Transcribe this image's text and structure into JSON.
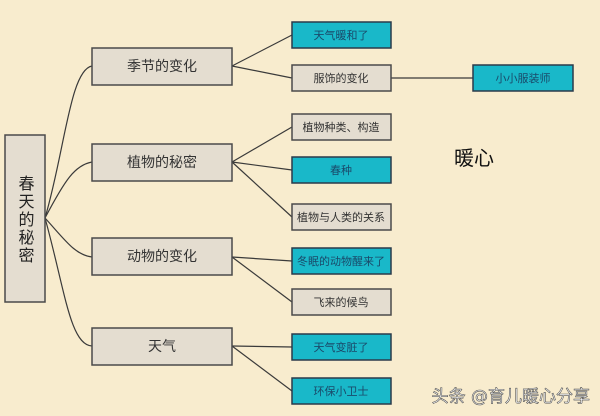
{
  "root": {
    "chars": [
      "春",
      "天",
      "的",
      "秘",
      "密"
    ],
    "label": "春天的秘密"
  },
  "branches": [
    {
      "label": "季节的变化",
      "children": [
        {
          "label": "天气暖和了",
          "style": "teal"
        },
        {
          "label": "服饰的变化",
          "style": "gray",
          "children": [
            {
              "label": "小小服装师",
              "style": "teal"
            }
          ]
        }
      ]
    },
    {
      "label": "植物的秘密",
      "children": [
        {
          "label": "植物种类、构造",
          "style": "gray"
        },
        {
          "label": "春种",
          "style": "teal"
        },
        {
          "label": "植物与人类的关系",
          "style": "gray"
        }
      ]
    },
    {
      "label": "动物的变化",
      "children": [
        {
          "label": "冬眠的动物醒来了",
          "style": "teal"
        },
        {
          "label": "飞来的候鸟",
          "style": "gray"
        }
      ]
    },
    {
      "label": "天气",
      "children": [
        {
          "label": "天气变脏了",
          "style": "teal"
        },
        {
          "label": "环保小卫士",
          "style": "teal"
        }
      ]
    }
  ],
  "brand_text": "暖心",
  "watermark": "头条 @育儿暖心分享",
  "colors": {
    "background": "#f8ecce",
    "teal": "#19b8c9",
    "gray": "#e4ddd0"
  }
}
